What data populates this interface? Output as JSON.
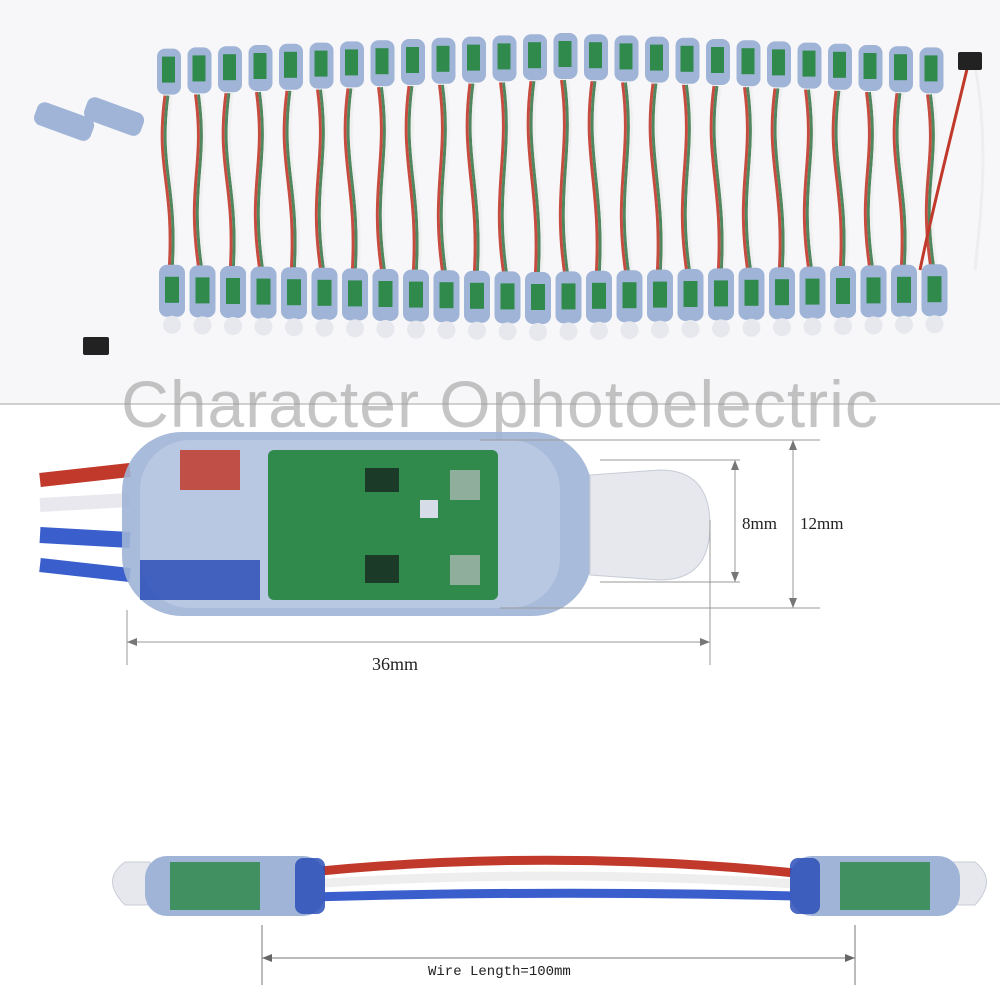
{
  "watermark": "Character Ophotoelectric",
  "dimensions": {
    "length": "36mm",
    "diameter_outer": "12mm",
    "diameter_inner": "8mm",
    "wire_length": "Wire Length=100mm"
  },
  "colors": {
    "casing": "#9fb4d6",
    "pcb": "#2f8a4c",
    "wire_red": "#c0392b",
    "wire_green": "#3d7a4e",
    "wire_white": "#eeeeee",
    "wire_blue": "#3a5fcd"
  }
}
